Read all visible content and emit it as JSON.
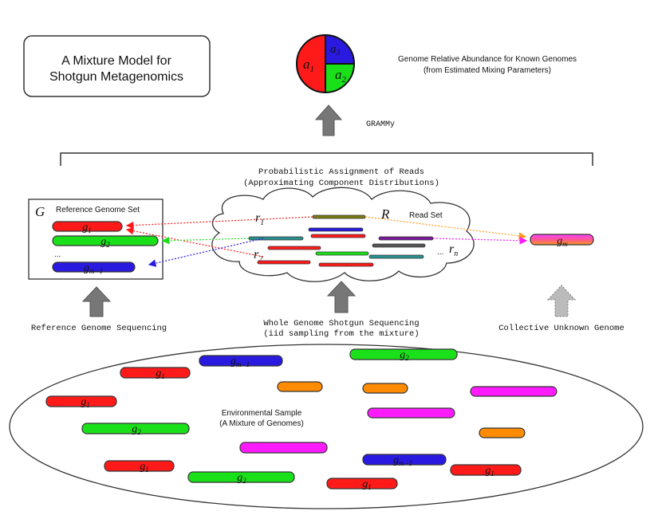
{
  "title": {
    "line1": "A Mixture Model for",
    "line2": "Shotgun Metagenomics"
  },
  "pie": {
    "slices": [
      {
        "label_base": "a",
        "label_sub": "1",
        "color": "#ff1a1a"
      },
      {
        "label_base": "a",
        "label_sub": "2",
        "color": "#1ae01a"
      },
      {
        "label_base": "a",
        "label_sub": "3",
        "color": "#2a1adf"
      }
    ]
  },
  "abundance_text": {
    "line1": "Genome Relative Abundance for Known Genomes",
    "line2": "(from Estimated Mixing Parameters)"
  },
  "grammy_label": "GRAMMy",
  "assignment_text": {
    "line1": "Probabilistic Assignment of Reads",
    "line2": "(Approximating Component Distributions)"
  },
  "reference_set": {
    "symbol": "G",
    "title": "Reference Genome Set",
    "ellipsis": "...",
    "genomes": [
      {
        "base": "g",
        "sub": "1",
        "color": "#ff1a1a"
      },
      {
        "base": "g",
        "sub": "2",
        "color": "#1ae01a"
      },
      {
        "base": "g",
        "sub": "m−1",
        "color": "#2a1adf"
      }
    ]
  },
  "read_set": {
    "symbol": "R",
    "title": "Read Set",
    "r1": {
      "base": "r",
      "sub": "1"
    },
    "r2": {
      "base": "r",
      "sub": "2"
    },
    "rn_prefix": "...",
    "rn": {
      "base": "r",
      "sub": "n"
    }
  },
  "unknown_genome": {
    "base": "g",
    "sub": "m"
  },
  "labels": {
    "ref_seq": "Reference Genome Sequencing",
    "wgs_line1": "Whole Genome Shotgun Sequencing",
    "wgs_line2": "(iid sampling from the mixture)",
    "unknown": "Collective Unknown Genome"
  },
  "environment": {
    "line1": "Environmental Sample",
    "line2": "(A Mixture of Genomes)",
    "fragments": [
      {
        "base": "g",
        "sub": "1",
        "color": "#ff1a1a"
      },
      {
        "base": "g",
        "sub": "m−1",
        "color": "#2a1adf"
      },
      {
        "base": "g",
        "sub": "2",
        "color": "#1ae01a"
      },
      {
        "base": "g",
        "sub": "1",
        "color": "#ff1a1a"
      },
      {
        "base": "",
        "sub": "",
        "color": "#ff8c00"
      },
      {
        "base": "",
        "sub": "",
        "color": "#ff8c00"
      },
      {
        "base": "",
        "sub": "",
        "color": "#ff1aff"
      },
      {
        "base": "g",
        "sub": "2",
        "color": "#1ae01a"
      },
      {
        "base": "",
        "sub": "",
        "color": "#ff1aff"
      },
      {
        "base": "",
        "sub": "",
        "color": "#ff8c00"
      },
      {
        "base": "",
        "sub": "",
        "color": "#ff1aff"
      },
      {
        "base": "g",
        "sub": "1",
        "color": "#ff1a1a"
      },
      {
        "base": "g",
        "sub": "m−1",
        "color": "#2a1adf"
      },
      {
        "base": "g",
        "sub": "1",
        "color": "#ff1a1a"
      },
      {
        "base": "g",
        "sub": "2",
        "color": "#1ae01a"
      },
      {
        "base": "g",
        "sub": "1",
        "color": "#ff1a1a"
      }
    ]
  },
  "colors": {
    "red": "#ff1a1a",
    "green": "#1ae01a",
    "blue": "#2a1adf",
    "orange": "#ff8c00",
    "magenta": "#ff1aff",
    "teal": "#2a8f8f",
    "olive": "#7a7a18",
    "purple": "#7a1a9a",
    "gray": "#555555"
  }
}
